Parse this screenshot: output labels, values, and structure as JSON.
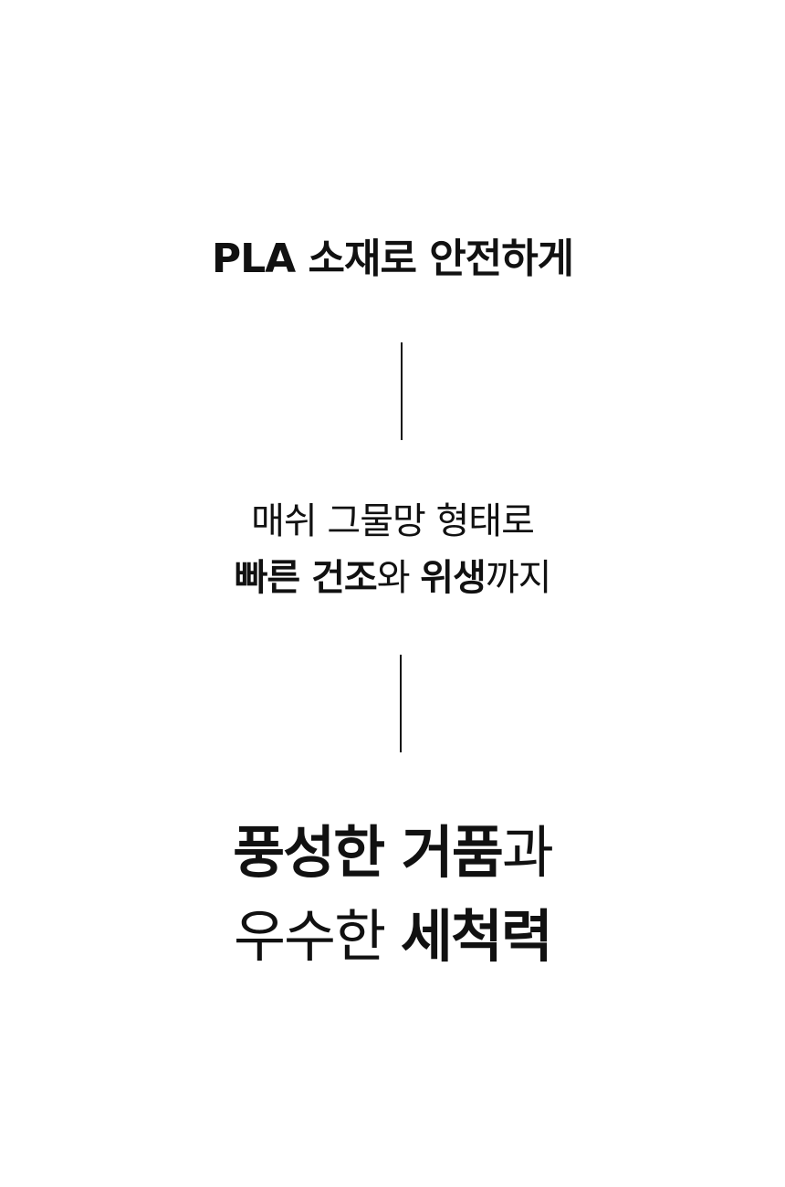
{
  "heading": "PLA 소재로 안전하게",
  "mesh": {
    "line1": "매쉬 그물망 형태로",
    "line2": {
      "part1": "빠른 건조",
      "part2": "와 ",
      "part3": "위생",
      "part4": "까지"
    }
  },
  "foam": {
    "line1": {
      "part1": "풍성한 거품",
      "part2": "과"
    },
    "line2": {
      "part1": "우수한 ",
      "part2": "세척력"
    }
  }
}
